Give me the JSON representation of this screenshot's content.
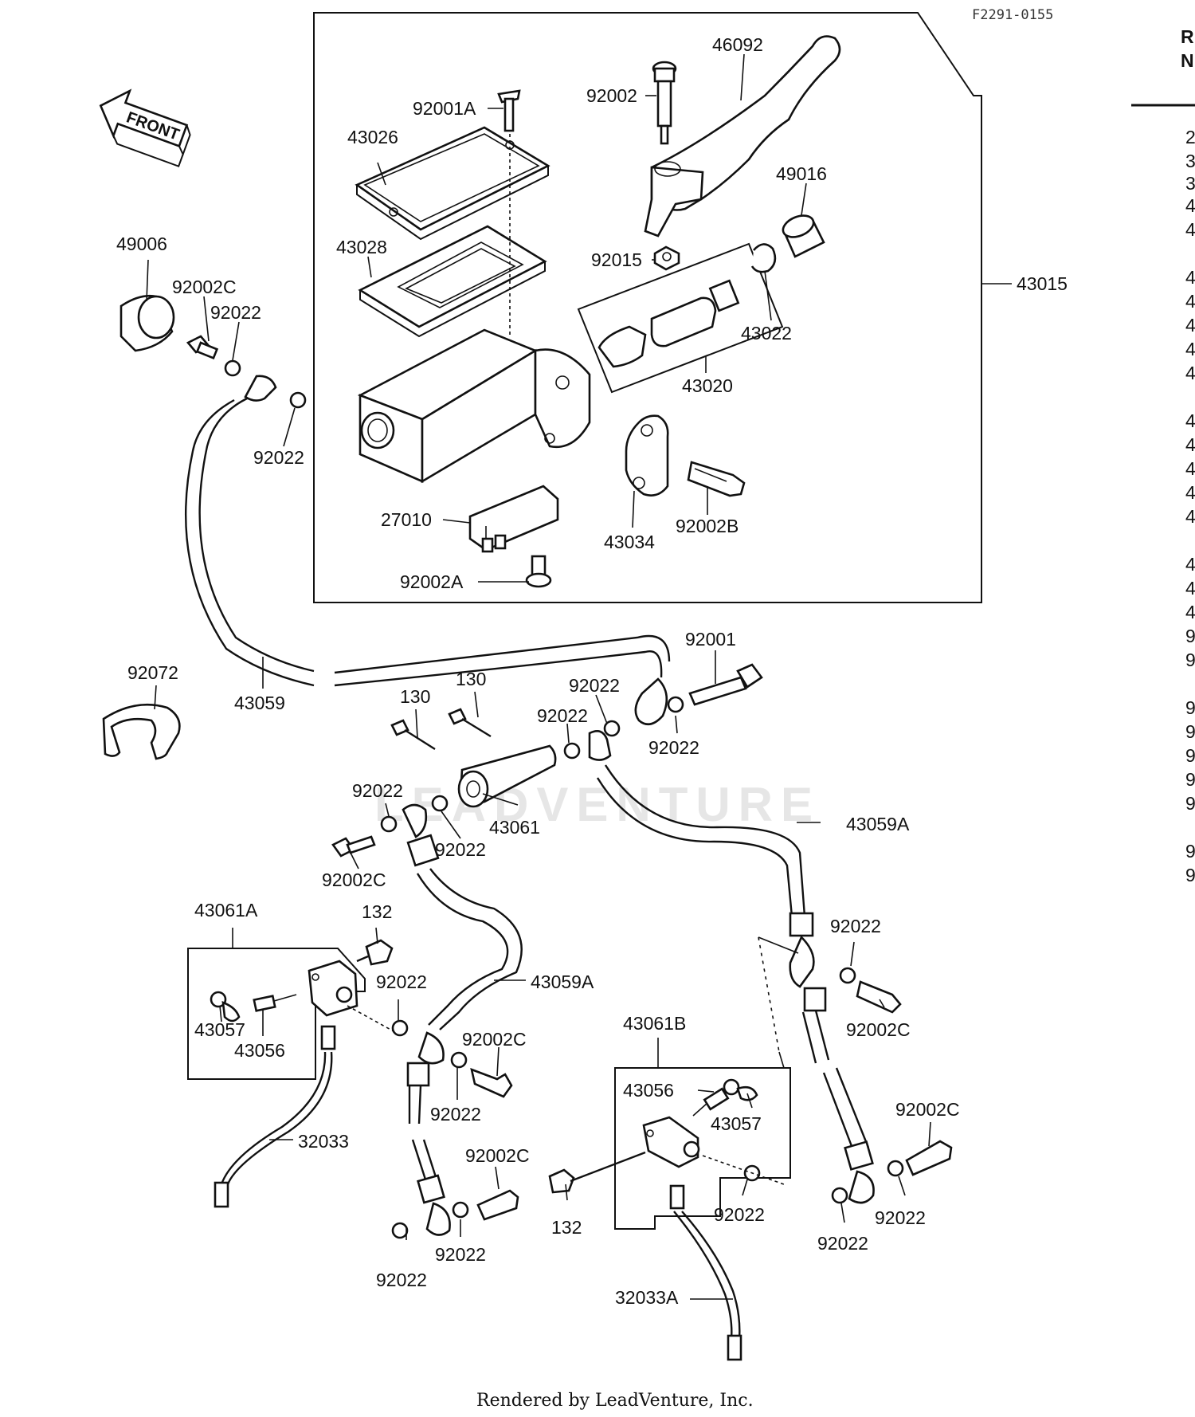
{
  "ref_code": "F2291-0155",
  "front_label": "FRONT",
  "footer": "Rendered by LeadVenture, Inc.",
  "watermark": "LEADVENTURE",
  "side_header": [
    "R",
    "N"
  ],
  "side_column": [
    "2",
    "3",
    "3",
    "4",
    "4",
    "4",
    "4",
    "4",
    "4",
    "4",
    "4",
    "4",
    "4",
    "4",
    "4",
    "4",
    "4",
    "4",
    "9",
    "9",
    "9",
    "9",
    "9",
    "9",
    "9",
    "9",
    "9"
  ],
  "labels": [
    {
      "id": "46092",
      "text": "46092"
    },
    {
      "id": "92002",
      "text": "92002"
    },
    {
      "id": "92001A",
      "text": "92001A"
    },
    {
      "id": "43026",
      "text": "43026"
    },
    {
      "id": "49016",
      "text": "49016"
    },
    {
      "id": "49006",
      "text": "49006"
    },
    {
      "id": "43028",
      "text": "43028"
    },
    {
      "id": "92015",
      "text": "92015"
    },
    {
      "id": "43015",
      "text": "43015"
    },
    {
      "id": "92002C_a",
      "text": "92002C"
    },
    {
      "id": "92022_a",
      "text": "92022"
    },
    {
      "id": "43022",
      "text": "43022"
    },
    {
      "id": "43020",
      "text": "43020"
    },
    {
      "id": "92022_b",
      "text": "92022"
    },
    {
      "id": "27010",
      "text": "27010"
    },
    {
      "id": "43034",
      "text": "43034"
    },
    {
      "id": "92002B",
      "text": "92002B"
    },
    {
      "id": "92002A",
      "text": "92002A"
    },
    {
      "id": "92072",
      "text": "92072"
    },
    {
      "id": "43059",
      "text": "43059"
    },
    {
      "id": "92001",
      "text": "92001"
    },
    {
      "id": "130_a",
      "text": "130"
    },
    {
      "id": "130_b",
      "text": "130"
    },
    {
      "id": "92022_c",
      "text": "92022"
    },
    {
      "id": "92022_d",
      "text": "92022"
    },
    {
      "id": "92022_e",
      "text": "92022"
    },
    {
      "id": "92022_f",
      "text": "92022"
    },
    {
      "id": "43061",
      "text": "43061"
    },
    {
      "id": "92022_g",
      "text": "92022"
    },
    {
      "id": "43059A_a",
      "text": "43059A"
    },
    {
      "id": "92002C_b",
      "text": "92002C"
    },
    {
      "id": "43061A",
      "text": "43061A"
    },
    {
      "id": "132_a",
      "text": "132"
    },
    {
      "id": "92022_h",
      "text": "92022"
    },
    {
      "id": "43059A_b",
      "text": "43059A"
    },
    {
      "id": "92022_i",
      "text": "92022"
    },
    {
      "id": "43057_a",
      "text": "43057"
    },
    {
      "id": "43056_a",
      "text": "43056"
    },
    {
      "id": "92002C_c",
      "text": "92002C"
    },
    {
      "id": "43061B",
      "text": "43061B"
    },
    {
      "id": "92002C_d",
      "text": "92002C"
    },
    {
      "id": "92022_j",
      "text": "92022"
    },
    {
      "id": "43056_b",
      "text": "43056"
    },
    {
      "id": "43057_b",
      "text": "43057"
    },
    {
      "id": "32033",
      "text": "32033"
    },
    {
      "id": "92002C_e",
      "text": "92002C"
    },
    {
      "id": "92002C_f",
      "text": "92002C"
    },
    {
      "id": "132_b",
      "text": "132"
    },
    {
      "id": "92022_k",
      "text": "92022"
    },
    {
      "id": "92022_l",
      "text": "92022"
    },
    {
      "id": "92022_m",
      "text": "92022"
    },
    {
      "id": "92022_n",
      "text": "92022"
    },
    {
      "id": "92022_o",
      "text": "92022"
    },
    {
      "id": "32033A",
      "text": "32033A"
    }
  ]
}
